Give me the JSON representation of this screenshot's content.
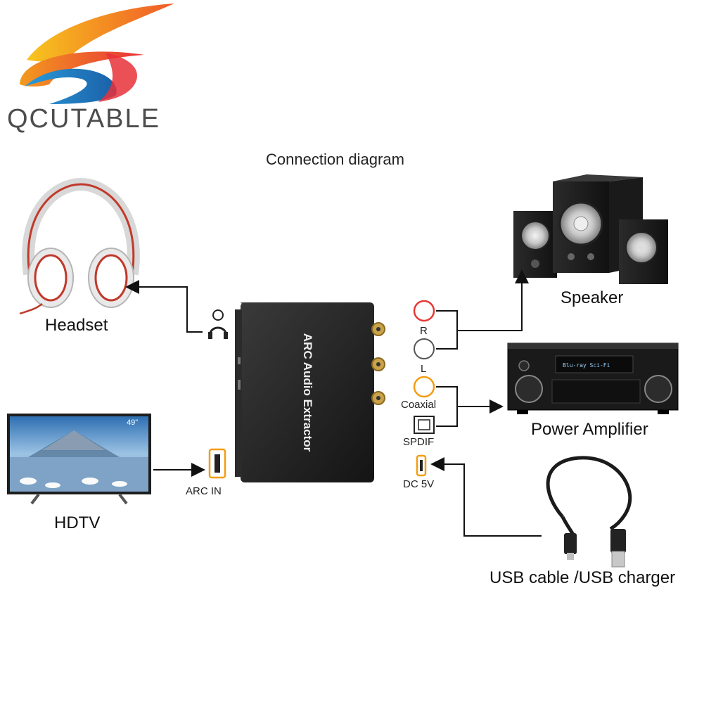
{
  "brand": {
    "name": "QCUTABLE"
  },
  "diagram": {
    "title": "Connection diagram",
    "device_label": "ARC Audio Extractor",
    "ports": {
      "r": "R",
      "l": "L",
      "coaxial": "Coaxial",
      "spdif": "SPDIF",
      "dc": "DC 5V",
      "arc_in": "ARC IN"
    },
    "tv_screen_size": "49\"",
    "receiver_display_text": "Blu-ray  Sci-Fi",
    "devices": {
      "headset": "Headset",
      "speaker": "Speaker",
      "amplifier": "Power Amplifier",
      "hdtv": "HDTV",
      "usb": "USB cable /USB charger"
    }
  }
}
